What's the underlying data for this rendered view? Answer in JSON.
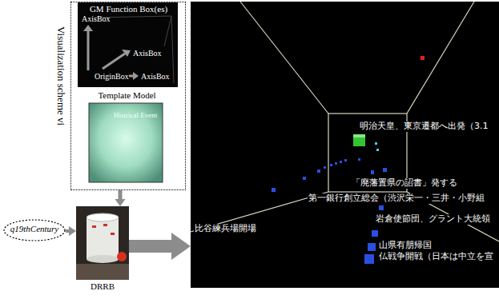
{
  "diagram": {
    "nodes": [
      {
        "text": [
          "Visualization scheme vi"
        ]
      },
      {
        "text": [
          "GM Function Box(es)",
          "AxisBox",
          "AxisBox",
          "OriginBox",
          "AxisBox"
        ],
        "in": 0
      },
      {
        "text": [
          "Template Model",
          "Histrical Event"
        ],
        "in": 0
      },
      {
        "text": [
          "q19thCentury"
        ]
      },
      {
        "text": [
          "DRRB"
        ]
      },
      {
        "text": [
          "明治天皇、東京遷都へ出発（3.1",
          "「廃藩置県の詔書」発する",
          "第一銀行創立総会（渋沢栄一・三井・小野組",
          "岩倉使節団、グラント大統領",
          "比谷練兵場開場",
          "山県有朋帰国",
          "仏戦争開戦（日本は中立を宣"
        ]
      }
    ],
    "edges": [
      {
        "from": 0,
        "to": 4,
        "arrow": "to"
      },
      {
        "from": 3,
        "to": 4,
        "arrow": "to"
      },
      {
        "from": 4,
        "to": 5,
        "arrow": "to"
      }
    ]
  }
}
